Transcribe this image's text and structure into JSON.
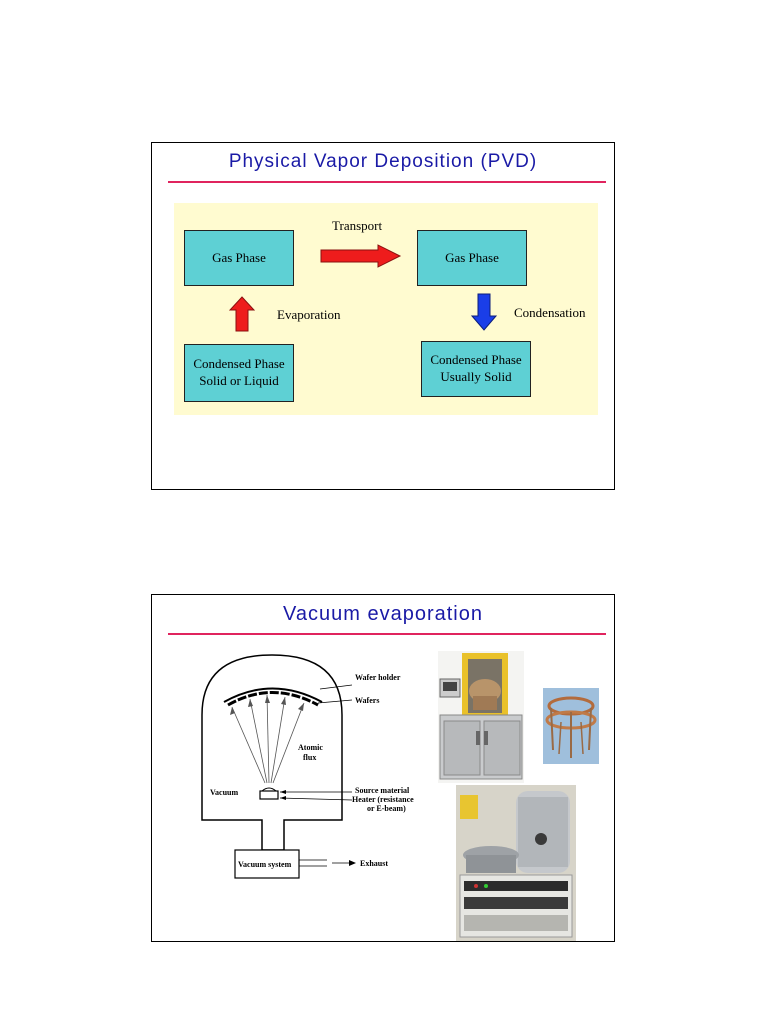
{
  "slide1": {
    "title": "Physical Vapor Deposition (PVD)",
    "boxes": {
      "gas_left": "Gas Phase",
      "gas_right": "Gas Phase",
      "condensed_left_line1": "Condensed Phase",
      "condensed_left_line2": "Solid or Liquid",
      "condensed_right_line1": "Condensed Phase",
      "condensed_right_line2": "Usually Solid"
    },
    "labels": {
      "transport": "Transport",
      "evaporation": "Evaporation",
      "condensation": "Condensation"
    }
  },
  "slide2": {
    "title": "Vacuum evaporation",
    "diagram": {
      "wafer_holder": "Wafer holder",
      "wafers": "Wafers",
      "atomic_flux_line1": "Atomic",
      "atomic_flux_line2": "flux",
      "vacuum": "Vacuum",
      "source_material": "Source material",
      "heater_line1": "Heater (resistance",
      "heater_line2": "or E-beam)",
      "vacuum_system": "Vacuum system",
      "exhaust": "Exhaust"
    }
  },
  "colors": {
    "title": "#1a1aa6",
    "rule": "#e0245e",
    "panel": "#fffbd0",
    "box": "#5ed0d4",
    "arrow_red": "#ee1c1c",
    "arrow_blue": "#1a3ee8"
  }
}
